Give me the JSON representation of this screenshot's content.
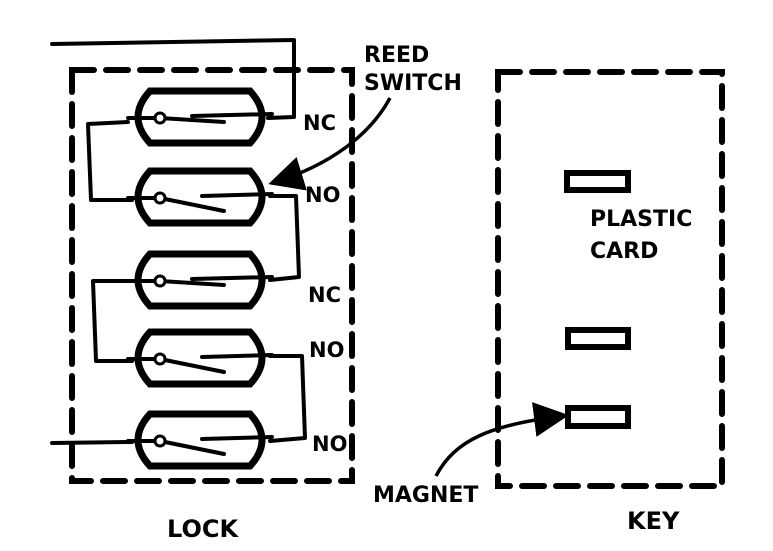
{
  "diagram": {
    "type": "reed-switch-magnetic-card-lock",
    "lock": {
      "label": "LOCK",
      "switches": [
        {
          "id": 1,
          "contact": "NC",
          "label": "NC"
        },
        {
          "id": 2,
          "contact": "NO",
          "label": "NO"
        },
        {
          "id": 3,
          "contact": "NC",
          "label": "NC"
        },
        {
          "id": 4,
          "contact": "NO",
          "label": "NO"
        },
        {
          "id": 5,
          "contact": "NO",
          "label": "NO"
        }
      ],
      "callout": {
        "line1": "REED",
        "line2": "SWITCH"
      }
    },
    "key": {
      "label": "KEY",
      "card_label_line1": "PLASTIC",
      "card_label_line2": "CARD",
      "magnet_callout": "MAGNET",
      "magnet_slots": 3
    },
    "colors": {
      "ink": "#000000",
      "background": "#ffffff"
    }
  }
}
